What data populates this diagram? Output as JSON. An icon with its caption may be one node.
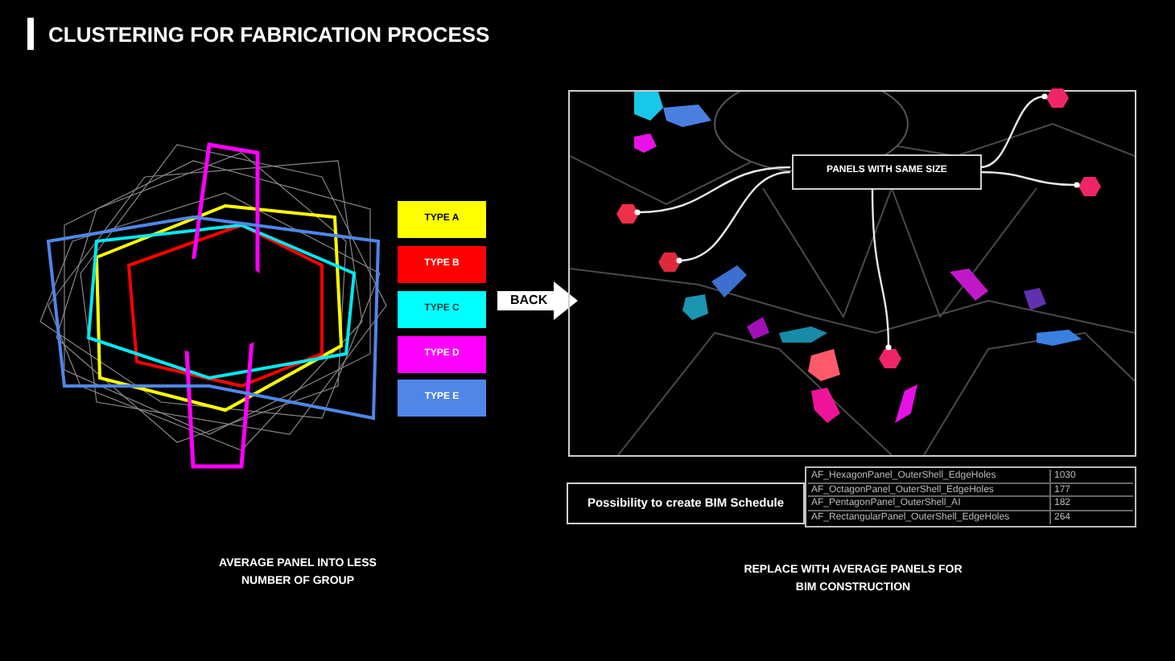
{
  "diagram": {
    "title": "CLUSTERING FOR FABRICATION PROCESS",
    "nodes": [
      {
        "text": [
          "TYPE A"
        ]
      },
      {
        "text": [
          "TYPE B"
        ]
      },
      {
        "text": [
          "TYPE C"
        ]
      },
      {
        "text": [
          "TYPE D"
        ]
      },
      {
        "text": [
          "TYPE E"
        ]
      },
      {
        "text": [
          "BACK"
        ]
      },
      {
        "text": [],
        "shape": "picture"
      },
      {
        "text": [
          "PANELS WITH SAME SIZE"
        ],
        "in": 6
      },
      {
        "text": [],
        "shape": "hexagon",
        "in": 6
      },
      {
        "text": [],
        "shape": "hexagon",
        "in": 6
      },
      {
        "text": [],
        "shape": "hexagon",
        "in": 6
      },
      {
        "text": [],
        "shape": "hexagon",
        "in": 6
      },
      {
        "text": [],
        "shape": "hexagon",
        "in": 6
      },
      {
        "text": [
          "Possibility to create BIM Schedule"
        ]
      }
    ],
    "edges": [
      {
        "from": 7,
        "to": 8,
        "arrow": "other"
      },
      {
        "from": 7,
        "to": 9,
        "arrow": "other"
      },
      {
        "from": 7,
        "to": 10,
        "arrow": "other"
      },
      {
        "from": 7,
        "to": 11,
        "arrow": "other"
      },
      {
        "from": 7,
        "to": 12,
        "arrow": "other"
      }
    ],
    "labels": [
      "AF_HexagonPanel_OuterShell_EdgeHoles",
      "1030",
      "AF_OctagonPanel_OuterShell_EdgeHoles",
      "177",
      "AF_PentagonPanel_OuterShell_AI",
      "182",
      "AF_RectangularPanel_OuterShell_EdgeHoles",
      "264",
      "AVERAGE PANEL INTO LESS NUMBER OF GROUP",
      "REPLACE WITH AVERAGE PANELS FOR BIM CONSTRUCTION"
    ]
  }
}
